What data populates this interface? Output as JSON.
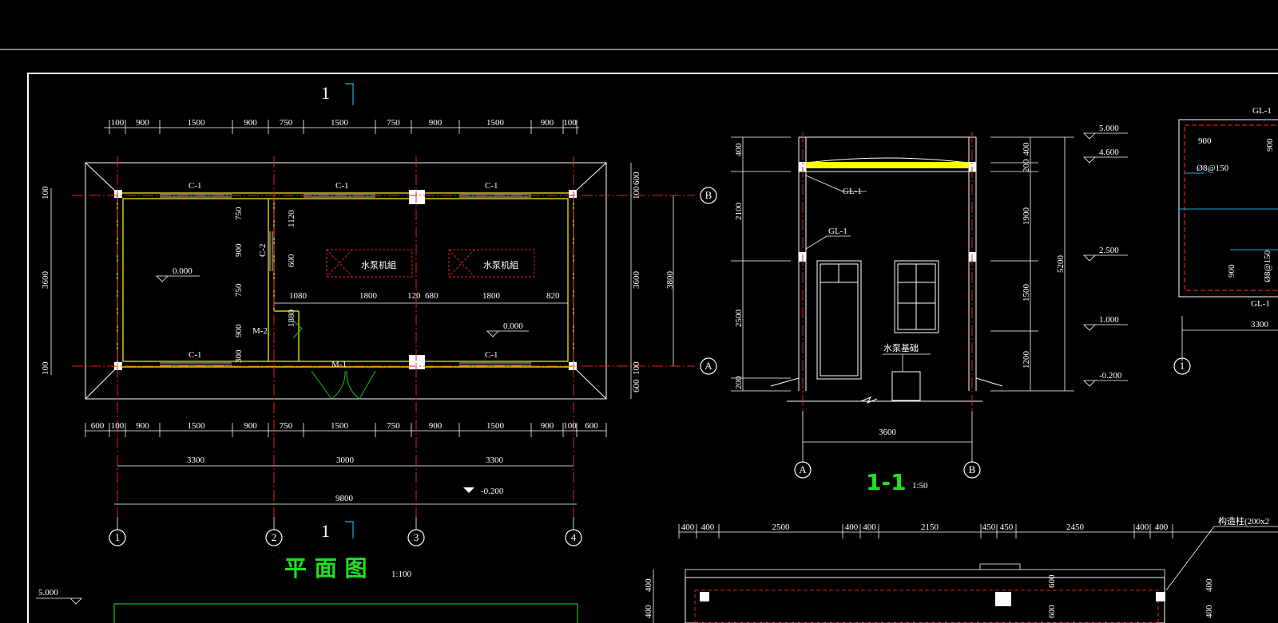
{
  "plan": {
    "section_mark": "1",
    "top_dims": [
      "100",
      "900",
      "1500",
      "900",
      "750",
      "1500",
      "750",
      "900",
      "1500",
      "900",
      "100"
    ],
    "bottom_dims": [
      "600",
      "100",
      "900",
      "1500",
      "900",
      "750",
      "1500",
      "750",
      "900",
      "1500",
      "900",
      "100",
      "600"
    ],
    "bottom_dims2": [
      "3300",
      "3000",
      "3300"
    ],
    "total_dim": "9800",
    "left_dims": [
      "100",
      "3600",
      "100"
    ],
    "right_dims_a": [
      "600",
      "100",
      "3600",
      "100",
      "600"
    ],
    "right_dims_b": "3800",
    "windows": [
      "C-1",
      "C-1",
      "C-1",
      "C-1",
      "C-1"
    ],
    "door_m1": "M-1",
    "door_m2": "M-2",
    "window_c2": "C-2",
    "pump_label": "水泵机組",
    "elev_0": "0.000",
    "elev_ground": "-0.200",
    "inner_dims": [
      "750",
      "900",
      "750",
      "900",
      "300"
    ],
    "inner_dims2": [
      "1120",
      "600",
      "1880"
    ],
    "inner_dims3": [
      "1080",
      "1800",
      "120",
      "680",
      "1800",
      "820"
    ],
    "axes_v": [
      "1",
      "2",
      "3",
      "4"
    ],
    "axes_h": [
      "B",
      "A"
    ],
    "title": "平 面 图",
    "scale": "1:100"
  },
  "section": {
    "left_dims": [
      "400",
      "2100",
      "2500",
      "200"
    ],
    "right_dims": [
      "400",
      "200",
      "1900",
      "1500",
      "1200"
    ],
    "total_right": "5200",
    "elevations": [
      "5.000",
      "4.600",
      "2.500",
      "1.000",
      "-0.200"
    ],
    "gl1_a": "GL-1",
    "gl1_b": "GL-1",
    "foundation": "水泵基础",
    "width_dim": "3600",
    "axes": [
      "A",
      "B"
    ],
    "title": "1-1",
    "scale": "1:50"
  },
  "detail": {
    "gl1_top": "GL-1",
    "gl1_bottom": "GL-1",
    "dim_900a": "900",
    "dim_900b": "900",
    "dim_900c": "900",
    "rebar_a": "Ø8@150",
    "rebar_b": "Ø8@150",
    "dim_3300": "3300",
    "axis": "1"
  },
  "lower": {
    "top_dims": [
      "400",
      "400",
      "2500",
      "400",
      "400",
      "2150",
      "450",
      "450",
      "2450",
      "400",
      "400"
    ],
    "column_label": "构造柱(200x2",
    "left_dims": [
      "400",
      "400"
    ],
    "mid_dims": [
      "600",
      "600"
    ],
    "right_dims": [
      "400",
      "400"
    ],
    "elev": "5.000"
  }
}
